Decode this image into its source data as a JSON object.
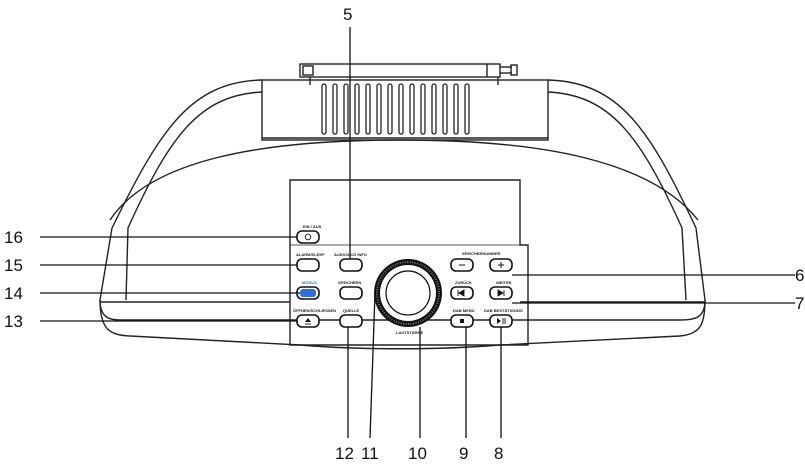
{
  "callouts": {
    "n5": "5",
    "n6": "6",
    "n7": "7",
    "n8": "8",
    "n9": "9",
    "n10": "10",
    "n11": "11",
    "n12": "12",
    "n13": "13",
    "n14": "14",
    "n15": "15",
    "n16": "16"
  },
  "panel_labels": {
    "power": "EIN / AUS",
    "alarm_sleep": "ALARM/SLEEP",
    "audio_display": "AUDIO/LCD INFO",
    "mode": "MODUS",
    "memory": "SPEICHERN",
    "open_close": "ÖFFNEN/SCHLIESSEN",
    "source": "QUELLE",
    "volume": "LAUTSTÄRKE",
    "preset_memory": "SPEICHERNUMMER",
    "back": "ZURÜCK",
    "forward": "WEITER",
    "dab_menu": "DAB MENÜ",
    "dab_confirm": "DAB BESTÄTIGUNG"
  },
  "colors": {
    "accent_mode_button": "#2f6fd6"
  }
}
